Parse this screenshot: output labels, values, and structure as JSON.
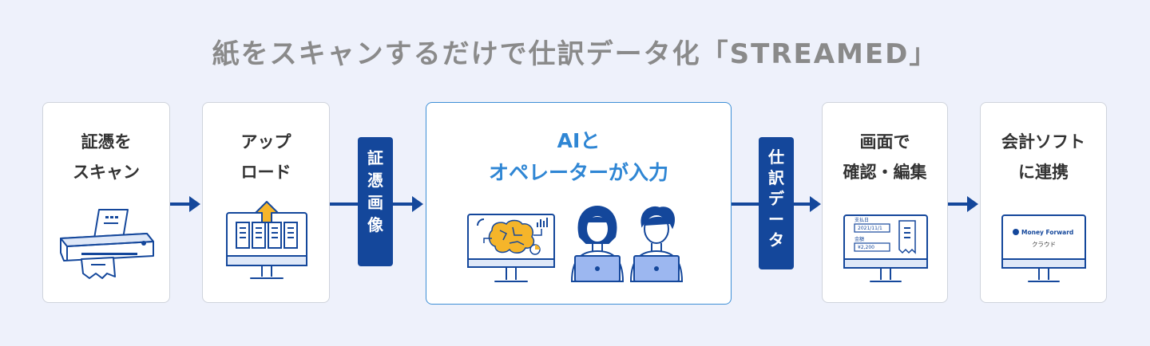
{
  "title": "紙をスキャンするだけで仕訳データ化「STREAMED」",
  "steps": [
    {
      "line1": "証憑を",
      "line2": "スキャン"
    },
    {
      "line1": "アップ",
      "line2": "ロード"
    },
    {
      "line1": "AIと",
      "line2": "オペレーターが入力"
    },
    {
      "line1": "画面で",
      "line2": "確認・編集"
    },
    {
      "line1": "会計ソフト",
      "line2": "に連携"
    }
  ],
  "badges": {
    "images": [
      "証",
      "憑",
      "画",
      "像"
    ],
    "data": [
      "仕",
      "訳",
      "デ",
      "ー",
      "タ"
    ]
  },
  "monitor_receipt": {
    "date_label": "支払日",
    "date_value": "2021/11/1",
    "amount_label": "金額",
    "amount_value": "¥2,200"
  },
  "mf_logo": {
    "brand": "Money Forward",
    "product": "クラウド"
  },
  "colors": {
    "navy": "#14479b",
    "accent_blue": "#2f86d4",
    "background": "#eef1fb",
    "yellow": "#f5b52a"
  }
}
